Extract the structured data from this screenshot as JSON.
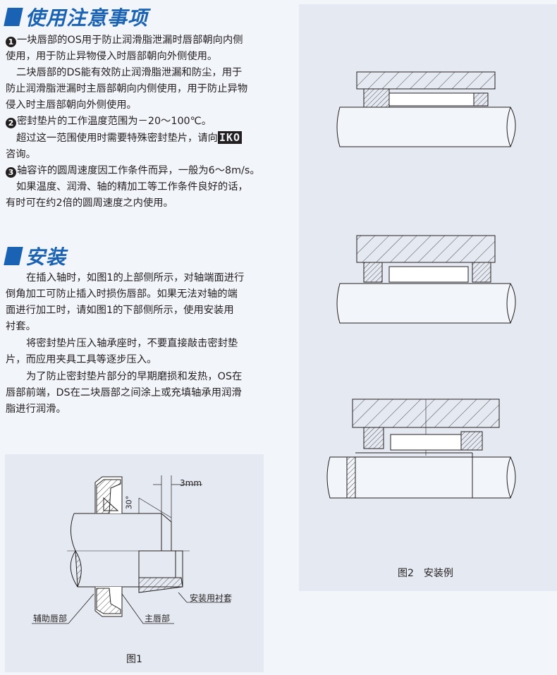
{
  "precautions": {
    "title": "使用注意事项",
    "item1_number": "1",
    "item1_lines": [
      "一块唇部的OS用于防止润滑脂泄漏时唇部朝向内侧",
      "使用，用于防止异物侵入时唇部朝向外侧使用。"
    ],
    "item1b_lines": [
      "二块唇部的DS能有效防止润滑脂泄漏和防尘，用于",
      "防止润滑脂泄漏时主唇部朝向内侧使用，用于防止异物",
      "侵入时主唇部朝向外侧使用。"
    ],
    "item2_number": "2",
    "item2_line": "密封垫片的工作温度范围为－20～100℃。",
    "item2b_line": "超过这一范围使用时需要特殊密封垫片，请向",
    "brand_logo": "IKO",
    "item2b_line2": "咨询。",
    "item3_number": "3",
    "item3_line": "轴容许的圆周速度因工作条件而异，一般为6～8m/s。",
    "item3b_lines": [
      "如果温度、润滑、轴的精加工等工作条件良好的话，",
      "有时可在约2倍的圆周速度之内使用。"
    ]
  },
  "installation": {
    "title": "安装",
    "para1": [
      "在插入轴时，如图1的上部侧所示，对轴端面进行",
      "倒角加工可防止插入时损伤唇部。如果无法对轴的端",
      "面进行加工时，请如图1的下部侧所示，使用安装用",
      "衬套。"
    ],
    "para2": [
      "将密封垫片压入轴承座时，不要直接敲击密封垫",
      "片，而应用夹具工具等逐步压入。"
    ],
    "para3": [
      "为了防止密封垫片部分的早期磨损和发热，OS在",
      "唇部前端，DS在二块唇部之间涂上或充填轴承用润滑",
      "脂进行润滑。"
    ]
  },
  "figure1": {
    "dimension": "3mm",
    "angle": "30°",
    "label_sleeve": "安装用衬套",
    "label_aux_lip": "辅助唇部",
    "label_main_lip": "主唇部",
    "caption": "图1"
  },
  "figure2": {
    "caption": "图2　安装例"
  },
  "colors": {
    "accent": "#1a62b3",
    "background": "#f2f5fa",
    "figure_bg": "#e5eaf2"
  }
}
